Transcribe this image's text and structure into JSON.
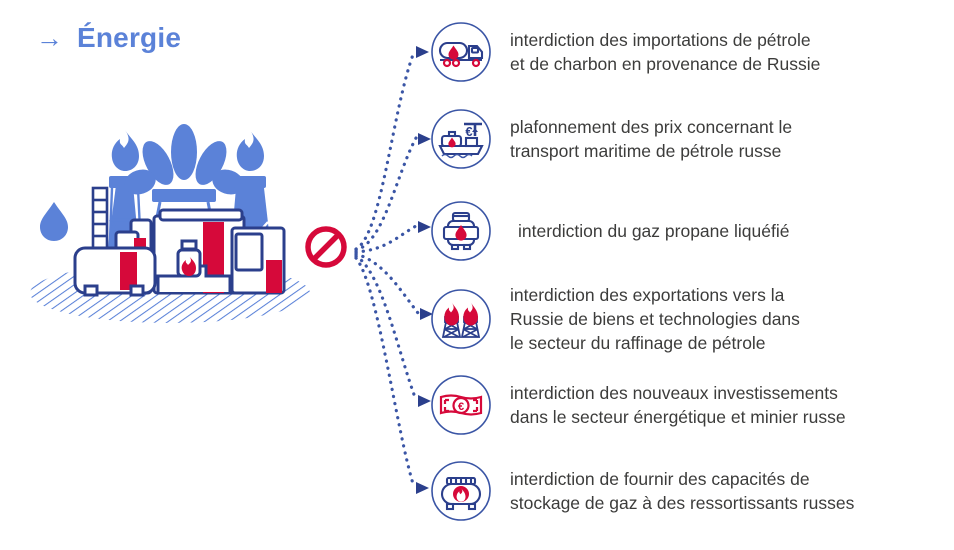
{
  "header": {
    "arrow_glyph": "→",
    "title": "Énergie",
    "title_color": "#5b82d8"
  },
  "colors": {
    "blue": "#5b82d8",
    "navy": "#2b3f8c",
    "red": "#d6093a",
    "text": "#3c3c3b",
    "icon_circle": "#3a55a5"
  },
  "center_symbol": {
    "name": "prohibition-sign",
    "label": "interdiction",
    "color": "#d6093a"
  },
  "illustration": {
    "name": "oil-and-gas-facility-illustration",
    "elements": [
      "derrick",
      "gas-flares",
      "storage-tanks",
      "pipeline",
      "oil-drop",
      "chimney",
      "hatched-ground"
    ]
  },
  "items": [
    {
      "icon": "tanker-truck-icon",
      "text": "interdiction des importations de pétrole\net de charbon en provenance de Russie"
    },
    {
      "icon": "oil-tanker-ship-price-cap-icon",
      "text": "plafonnement des prix concernant le\ntransport maritime de pétrole russe"
    },
    {
      "icon": "gas-cylinder-icon",
      "text": "interdiction du gaz propane liquéfié"
    },
    {
      "icon": "refinery-towers-flame-icon",
      "text": "interdiction des exportations vers la\nRussie de biens et technologies dans\nle secteur du raffinage de pétrole"
    },
    {
      "icon": "euro-banknote-icon",
      "text": "interdiction des nouveaux investissements\ndans le secteur énergétique et minier russe"
    },
    {
      "icon": "gas-storage-tank-icon",
      "text": "interdiction de fournir des capacités de\nstockage de gaz à des ressortissants russes"
    }
  ]
}
